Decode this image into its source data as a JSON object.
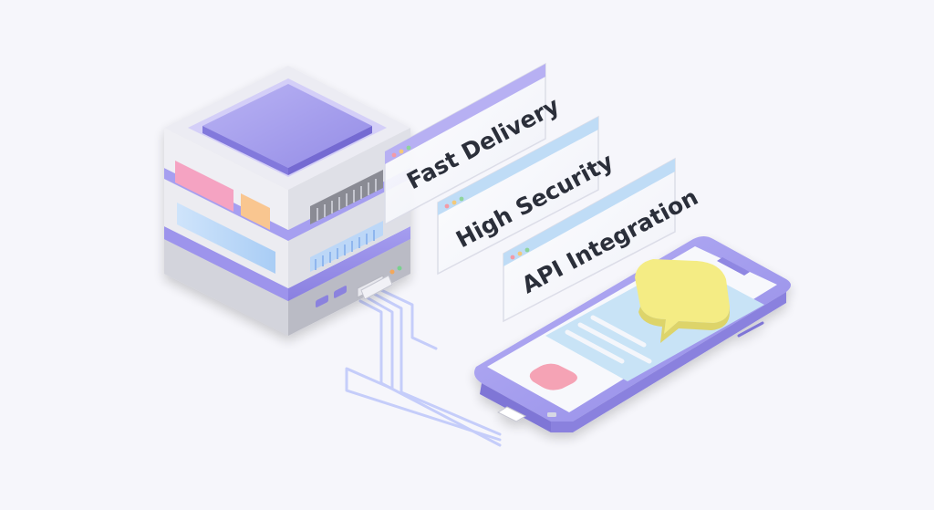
{
  "feature_cards": [
    {
      "label": "Fast Delivery"
    },
    {
      "label": "High Security"
    },
    {
      "label": "API Integration"
    }
  ],
  "colors": {
    "background": "#f6f6fb",
    "server_purple": "#a9a2ef",
    "server_purple_dark": "#8d84e4",
    "server_silver": "#e3e4ea",
    "server_blue_led": "#bcd7f7",
    "accent_pink": "#f5a3c2",
    "accent_orange": "#f9c690",
    "phone_frame": "#a59ef0",
    "phone_screen_card": "#c8e3f6",
    "chat_bubble": "#f4ec84",
    "phone_button": "#f5a3b5",
    "cable": "#c9d0fb",
    "card_header_purple": "#b7b0f3",
    "card_header_blue": "#bfdcf6"
  },
  "icons": [
    "server-icon",
    "phone-icon",
    "chat-bubble-icon",
    "cable-icon"
  ]
}
